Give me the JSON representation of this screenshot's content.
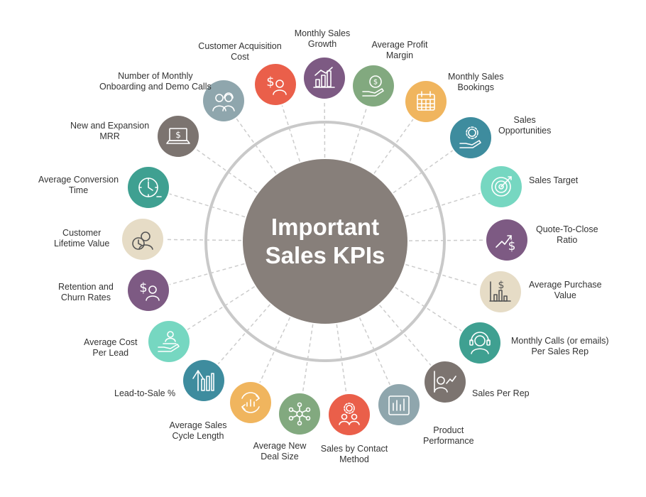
{
  "center": {
    "line1": "Important",
    "line2": "Sales KPIs",
    "color": "#877f7a"
  },
  "ring_color": "#c9c9c9",
  "kpis": [
    {
      "name": "monthly-sales-growth",
      "label": [
        "Monthly Sales",
        "Growth"
      ],
      "color": "#7d5a83",
      "icon": "bar-growth-icon"
    },
    {
      "name": "average-profit-margin",
      "label": [
        "Average Profit",
        "Margin"
      ],
      "color": "#82a97f",
      "icon": "hand-coin-icon"
    },
    {
      "name": "monthly-sales-bookings",
      "label": [
        "Monthly Sales",
        "Bookings"
      ],
      "color": "#f0b55e",
      "icon": "calendar-icon"
    },
    {
      "name": "sales-opportunities",
      "label": [
        "Sales",
        "Opportunities"
      ],
      "color": "#3e8c9e",
      "icon": "hand-gear-icon"
    },
    {
      "name": "sales-target",
      "label": [
        "Sales Target"
      ],
      "color": "#76d7c1",
      "icon": "target-icon"
    },
    {
      "name": "quote-to-close-ratio",
      "label": [
        "Quote-To-Close",
        "Ratio"
      ],
      "color": "#7d5a83",
      "icon": "dollar-arrow-icon"
    },
    {
      "name": "average-purchase-value",
      "label": [
        "Average Purchase",
        "Value"
      ],
      "color": "#e6dcc6",
      "icon": "dollar-chart-icon"
    },
    {
      "name": "monthly-calls-per-rep",
      "label": [
        "Monthly Calls (or emails)",
        "Per Sales Rep"
      ],
      "color": "#3fa091",
      "icon": "headset-icon"
    },
    {
      "name": "sales-per-rep",
      "label": [
        "Sales Per Rep"
      ],
      "color": "#7c7470",
      "icon": "person-chart-icon"
    },
    {
      "name": "product-performance",
      "label": [
        "Product",
        "Performance"
      ],
      "color": "#8fa6ad",
      "icon": "bar-panel-icon"
    },
    {
      "name": "sales-by-contact-method",
      "label": [
        "Sales by Contact",
        "Method"
      ],
      "color": "#ea5f4a",
      "icon": "people-gear-icon"
    },
    {
      "name": "average-new-deal-size",
      "label": [
        "Average New",
        "Deal Size"
      ],
      "color": "#82a97f",
      "icon": "network-icon"
    },
    {
      "name": "average-sales-cycle-length",
      "label": [
        "Average Sales",
        "Cycle Length"
      ],
      "color": "#f0b55e",
      "icon": "cycle-chart-icon"
    },
    {
      "name": "lead-to-sale",
      "label": [
        "Lead-to-Sale %"
      ],
      "color": "#3e8c9e",
      "icon": "bar-arrow-icon"
    },
    {
      "name": "average-cost-per-lead",
      "label": [
        "Average Cost",
        "Per Lead"
      ],
      "color": "#76d7c1",
      "icon": "hand-person-icon"
    },
    {
      "name": "retention-churn-rates",
      "label": [
        "Retention and",
        "Churn Rates"
      ],
      "color": "#7d5a83",
      "icon": "dollar-person-icon"
    },
    {
      "name": "customer-lifetime-value",
      "label": [
        "Customer",
        "Lifetime Value"
      ],
      "color": "#e6dcc6",
      "icon": "clock-person-icon"
    },
    {
      "name": "average-conversion-time",
      "label": [
        "Average Conversion",
        "Time"
      ],
      "color": "#3fa091",
      "icon": "clock-icon"
    },
    {
      "name": "new-expansion-mrr",
      "label": [
        "New and Expansion",
        "MRR"
      ],
      "color": "#7c7470",
      "icon": "laptop-dollar-icon"
    },
    {
      "name": "monthly-onboarding-demo-calls",
      "label": [
        "Number of Monthly",
        "Onboarding and Demo Calls"
      ],
      "color": "#8fa6ad",
      "icon": "people-headset-icon"
    },
    {
      "name": "customer-acquisition-cost",
      "label": [
        "Customer Acquisition",
        "Cost"
      ],
      "color": "#ea5f4a",
      "icon": "dollar-person-icon"
    }
  ]
}
